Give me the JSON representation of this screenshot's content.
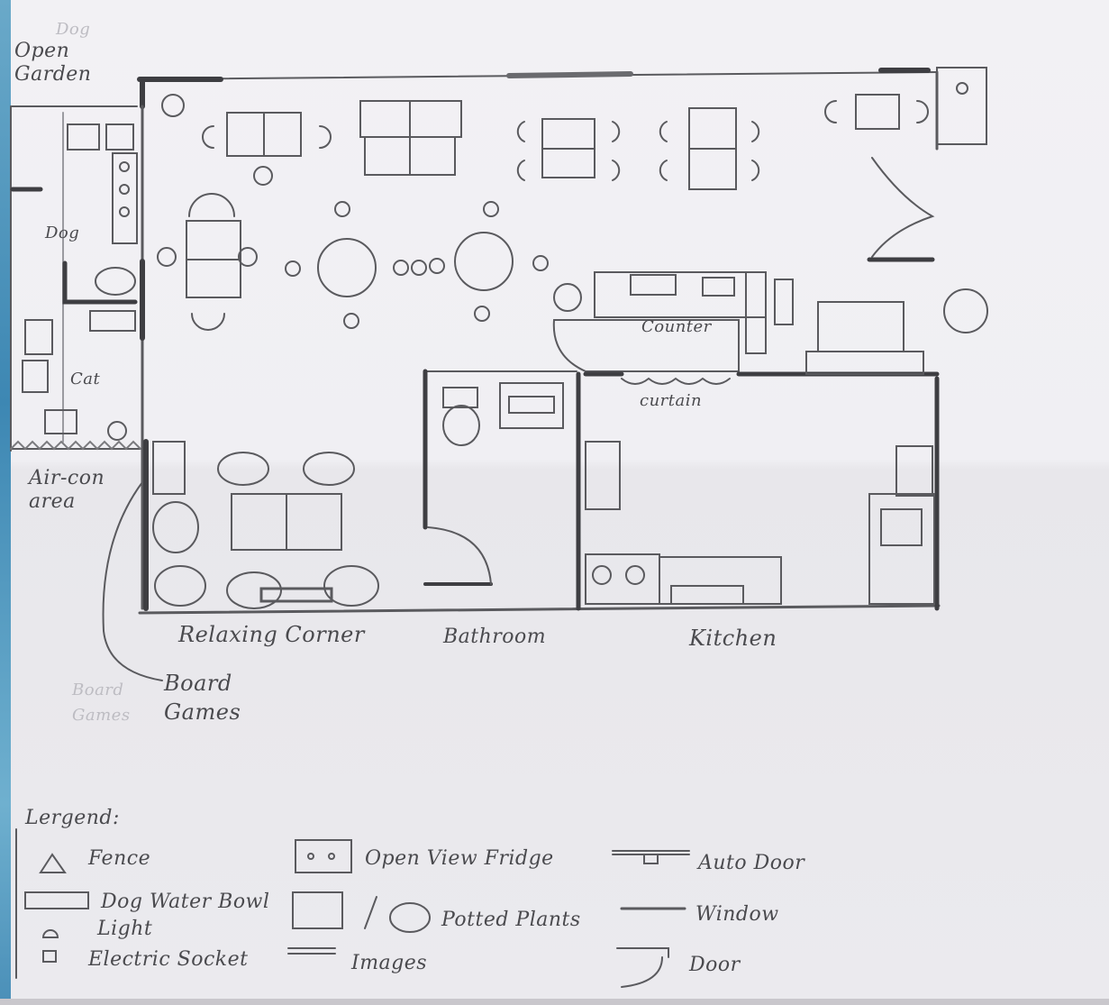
{
  "plan_labels": {
    "dog_faint": "Dog",
    "open_garden": "Open Garden",
    "dog": "Dog",
    "cat": "Cat",
    "air_con_area": "Air-con area",
    "counter": "Counter",
    "curtain": "curtain",
    "relaxing_corner": "Relaxing Corner",
    "bathroom": "Bathroom",
    "kitchen": "Kitchen",
    "board_games": "Board Games",
    "board_games_faint": "Board Games"
  },
  "legend": {
    "title": "Lergend:",
    "items": [
      {
        "symbol": "triangle",
        "label": "Fence"
      },
      {
        "symbol": "bowl-rect",
        "label": "Dog Water Bowl"
      },
      {
        "symbol": "semicircle",
        "label": "Light"
      },
      {
        "symbol": "small-square",
        "label": "Electric Socket"
      },
      {
        "symbol": "fridge-box",
        "label": "Open View Fridge"
      },
      {
        "symbol": "planter",
        "label": "Potted Plants"
      },
      {
        "symbol": "thin-bar",
        "label": "Images"
      },
      {
        "symbol": "auto-door",
        "label": "Auto Door"
      },
      {
        "symbol": "line",
        "label": "Window"
      },
      {
        "symbol": "door-arc",
        "label": "Door"
      }
    ]
  },
  "colors": {
    "pencil": "#555558",
    "paper": "#f0eff3",
    "edge": "#3d87b3"
  }
}
